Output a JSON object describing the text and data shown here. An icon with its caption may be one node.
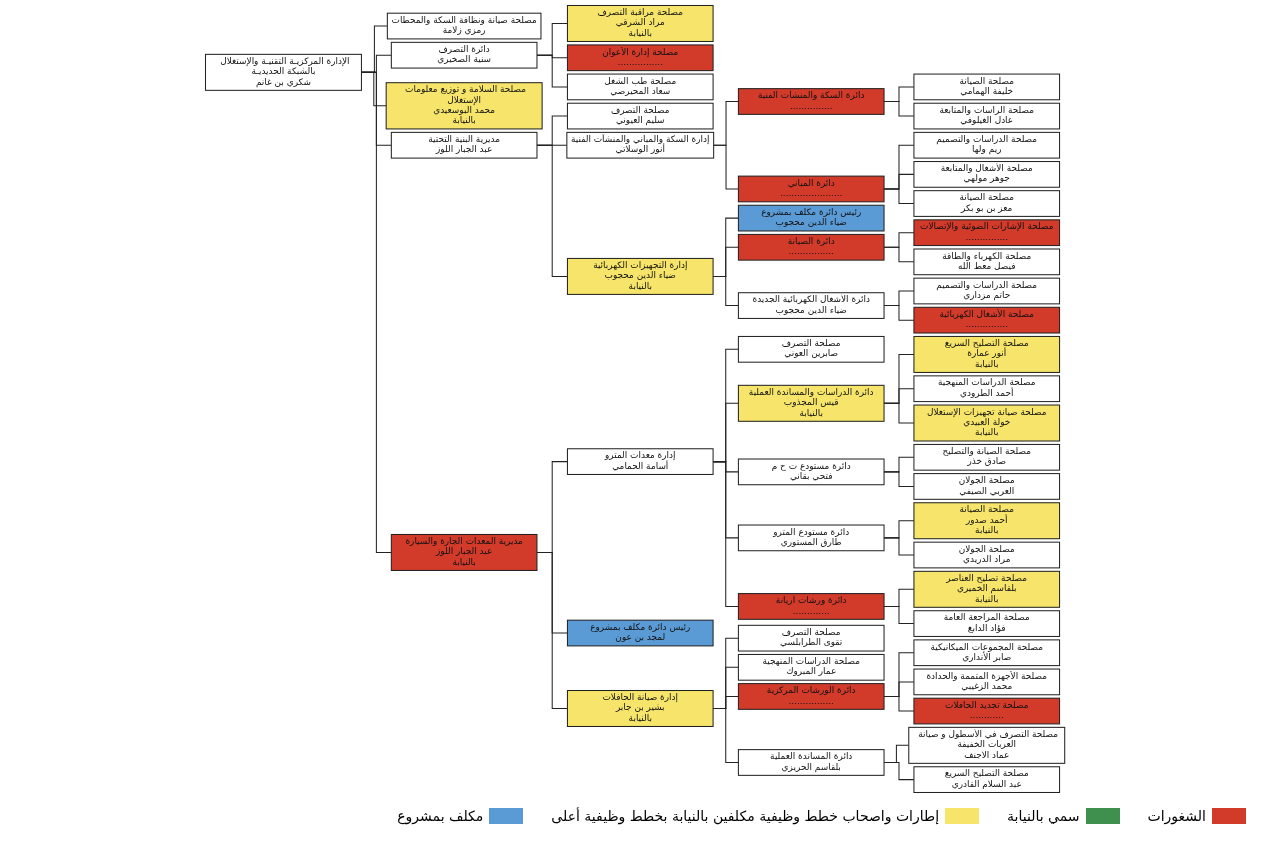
{
  "diagram": {
    "nodes": [
      {
        "text": [
          "الإدارة المركزيـة التقنيـة والإستغلال بالشبكة الحديديـة",
          "شكري بن غانم"
        ]
      },
      {
        "text": [
          "مصلحة صيانة ونظافة السكة والمحطات",
          "رمزي زلامة"
        ]
      },
      {
        "text": [
          "دائرة التصرف",
          "سنية الصخيري"
        ]
      },
      {
        "text": [
          "مصلحة مراقبة التصرف",
          "مراد الشرقي",
          "بالنيابة"
        ]
      },
      {
        "text": [
          "مصلحة إدارة الأعوان",
          "................"
        ]
      },
      {
        "text": [
          "مصلحة طب الشغل",
          "سعاد المحيرصي"
        ]
      },
      {
        "text": [
          "مصلحة السلامة و توزيع معلومات الإستغلال",
          "محمد البوسعيدي",
          "بالنيابة"
        ]
      },
      {
        "text": [
          "مديرية البنية التحتية",
          "عبد الجبار اللوز"
        ]
      },
      {
        "text": [
          "مديرية المعدات الجارة والسيارة",
          "عبد الجبار اللوز",
          "بالنيابة"
        ]
      },
      {
        "text": [
          "مصلحة التصرف",
          "سليم العيوني"
        ]
      },
      {
        "text": [
          "إدارة السكة والمباني والمنشآت الفنية",
          "أنور الوسلاتي"
        ]
      },
      {
        "text": [
          "إدارة التجهيزات الكهربائية",
          "ضياء الدين محجوب",
          "بالنيابة"
        ]
      },
      {
        "text": [
          "دائرة السكة والمنشآت الفنية",
          "..............."
        ]
      },
      {
        "text": [
          "دائرة المباني",
          "......................"
        ]
      },
      {
        "text": [
          "مصلحة الصيانة",
          "خليفة الهمامي"
        ]
      },
      {
        "text": [
          "مصلحة الراسات والمتابعة",
          "عادل الغيلوفي"
        ]
      },
      {
        "text": [
          "مصلحة الدراسات والتصميم",
          "ريم ولها"
        ]
      },
      {
        "text": [
          "مصلحة الأشغال والمتابعة",
          "جوهر مولهي"
        ]
      },
      {
        "text": [
          "مصلحة الصيانة",
          "معز بن بو بكر"
        ]
      },
      {
        "text": [
          "رئيس دائرة مكلف بمشروع",
          "ضياء الدين محجوب"
        ]
      },
      {
        "text": [
          "دائرة الصيانة",
          "................"
        ]
      },
      {
        "text": [
          "دائرة الأشغال الكهربائية الجديدة",
          "ضياء الدين محجوب"
        ]
      },
      {
        "text": [
          "مصلحة الإشارات الضوئية والإتصالات",
          "..............."
        ]
      },
      {
        "text": [
          "مصلحة الكهرباء والطاقة",
          "فيصل معط الله"
        ]
      },
      {
        "text": [
          "مصلحة الدراسات والتصميم",
          "حاتم مزداري"
        ]
      },
      {
        "text": [
          "مصلحة الأشغال الكهربائية",
          "..............."
        ]
      },
      {
        "text": [
          "إدارة معدات المترو",
          "أسامة الحمامي"
        ]
      },
      {
        "text": [
          "رئيس دائرة مكلف بمشروع",
          "لمجد بن عون"
        ]
      },
      {
        "text": [
          "إدارة صيانة الحافلات",
          "بشير بن جابر",
          "بالنيابة"
        ]
      },
      {
        "text": [
          "مصلحة التصرف",
          "صابرين العوني"
        ]
      },
      {
        "text": [
          "دائرة الدراسات والمساندة العملية",
          "قيس المجذوب",
          "بالنيابة"
        ]
      },
      {
        "text": [
          "دائرة مستودع ت ح م",
          "فتحي بقاني"
        ]
      },
      {
        "text": [
          "دائرة مستودع المترو",
          "طارق المستوري"
        ]
      },
      {
        "text": [
          "دائرة ورشات أريانة",
          "............."
        ]
      },
      {
        "text": [
          "مصلحة التصرف",
          "تقوى الطرابلسي"
        ]
      },
      {
        "text": [
          "مصلحة الدراسات المنهجية",
          "عمار المبروك"
        ]
      },
      {
        "text": [
          "دائرة الورشات المركزية",
          "................"
        ]
      },
      {
        "text": [
          "دائرة المساندة العملية",
          "بلقاسم الحريزي"
        ]
      },
      {
        "text": [
          "مصلحة التصليح السريع",
          "أنور عمارة",
          "بالنيابة"
        ]
      },
      {
        "text": [
          "مصلحة الدراسات المنهجية",
          "أحمد الطرودي"
        ]
      },
      {
        "text": [
          "مصلحة صيانة تجهيزات الإستغلال",
          "خولة العبيدي",
          "بالنيابة"
        ]
      },
      {
        "text": [
          "مصلحة الصيانة والتصليح",
          "صادق خذر"
        ]
      },
      {
        "text": [
          "مصلحة الجولان",
          "العربي الصيفي"
        ]
      },
      {
        "text": [
          "مصلحة الصيانة",
          "أحمد صدور",
          "بالنيابة"
        ]
      },
      {
        "text": [
          "مصلحة الجولان",
          "مراد الدريدي"
        ]
      },
      {
        "text": [
          "مصلحة تصليح العناصر",
          "بلقاسم الخميري",
          "بالنيابة"
        ]
      },
      {
        "text": [
          "مصلحة المراجعة العامة",
          "فؤاد الدابغ"
        ]
      },
      {
        "text": [
          "مصلحة المجموعات الميكانيكية",
          "صابر الأنداري"
        ]
      },
      {
        "text": [
          "مصلحة الأجهزة المتممة والحدادة",
          "محمد الزغيبي"
        ]
      },
      {
        "text": [
          "مصلحة تجديد الحافلات",
          "............"
        ]
      },
      {
        "text": [
          "مصلحة التصرف في الأسطول و صيانة العربات الخفيفة",
          "عماد الاجنف"
        ]
      },
      {
        "text": [
          "مصلحة التصليح السريع",
          "عبد السلام القادري"
        ]
      }
    ],
    "edges": [
      {
        "from": 0,
        "to": 1,
        "arrow": "none"
      },
      {
        "from": 0,
        "to": 2,
        "arrow": "none"
      },
      {
        "from": 2,
        "to": 3,
        "arrow": "none"
      },
      {
        "from": 2,
        "to": 4,
        "arrow": "none"
      },
      {
        "from": 2,
        "to": 5,
        "arrow": "none"
      },
      {
        "from": 0,
        "to": 6,
        "arrow": "none"
      },
      {
        "from": 0,
        "to": 7,
        "arrow": "none"
      },
      {
        "from": 0,
        "to": 8,
        "arrow": "none"
      },
      {
        "from": 7,
        "to": 9,
        "arrow": "none"
      },
      {
        "from": 7,
        "to": 10,
        "arrow": "none"
      },
      {
        "from": 7,
        "to": 11,
        "arrow": "none"
      },
      {
        "from": 10,
        "to": 12,
        "arrow": "none"
      },
      {
        "from": 10,
        "to": 13,
        "arrow": "none"
      },
      {
        "from": 12,
        "to": 14,
        "arrow": "none"
      },
      {
        "from": 12,
        "to": 15,
        "arrow": "none"
      },
      {
        "from": 13,
        "to": 16,
        "arrow": "none"
      },
      {
        "from": 13,
        "to": 17,
        "arrow": "none"
      },
      {
        "from": 13,
        "to": 18,
        "arrow": "none"
      },
      {
        "from": 11,
        "to": 19,
        "arrow": "none"
      },
      {
        "from": 11,
        "to": 20,
        "arrow": "none"
      },
      {
        "from": 11,
        "to": 21,
        "arrow": "none"
      },
      {
        "from": 20,
        "to": 22,
        "arrow": "none"
      },
      {
        "from": 20,
        "to": 23,
        "arrow": "none"
      },
      {
        "from": 21,
        "to": 24,
        "arrow": "none"
      },
      {
        "from": 21,
        "to": 25,
        "arrow": "none"
      },
      {
        "from": 8,
        "to": 26,
        "arrow": "none"
      },
      {
        "from": 8,
        "to": 27,
        "arrow": "none"
      },
      {
        "from": 8,
        "to": 28,
        "arrow": "none"
      },
      {
        "from": 26,
        "to": 29,
        "arrow": "none"
      },
      {
        "from": 26,
        "to": 30,
        "arrow": "none"
      },
      {
        "from": 26,
        "to": 31,
        "arrow": "none"
      },
      {
        "from": 26,
        "to": 32,
        "arrow": "none"
      },
      {
        "from": 26,
        "to": 33,
        "arrow": "none"
      },
      {
        "from": 28,
        "to": 34,
        "arrow": "none"
      },
      {
        "from": 28,
        "to": 35,
        "arrow": "none"
      },
      {
        "from": 28,
        "to": 36,
        "arrow": "none"
      },
      {
        "from": 28,
        "to": 37,
        "arrow": "none"
      },
      {
        "from": 30,
        "to": 38,
        "arrow": "none"
      },
      {
        "from": 30,
        "to": 39,
        "arrow": "none"
      },
      {
        "from": 30,
        "to": 40,
        "arrow": "none"
      },
      {
        "from": 31,
        "to": 41,
        "arrow": "none"
      },
      {
        "from": 31,
        "to": 42,
        "arrow": "none"
      },
      {
        "from": 32,
        "to": 43,
        "arrow": "none"
      },
      {
        "from": 32,
        "to": 44,
        "arrow": "none"
      },
      {
        "from": 33,
        "to": 45,
        "arrow": "none"
      },
      {
        "from": 33,
        "to": 46,
        "arrow": "none"
      },
      {
        "from": 36,
        "to": 47,
        "arrow": "none"
      },
      {
        "from": 36,
        "to": 48,
        "arrow": "none"
      },
      {
        "from": 36,
        "to": 49,
        "arrow": "none"
      },
      {
        "from": 37,
        "to": 50,
        "arrow": "none"
      },
      {
        "from": 37,
        "to": 51,
        "arrow": "none"
      }
    ],
    "legend": [
      {
        "text": "الشغورات",
        "color": "#d23a2a"
      },
      {
        "text": "سمي بالنيابة",
        "color": "#3f8f4f"
      },
      {
        "text": "إطارات واصحاب خطط وظيفية مكلفين بالنيابة بخطط وظيفية أعلى",
        "color": "#f6e56a"
      },
      {
        "text": "مكلف بمشروع",
        "color": "#5b9bd5"
      }
    ]
  }
}
